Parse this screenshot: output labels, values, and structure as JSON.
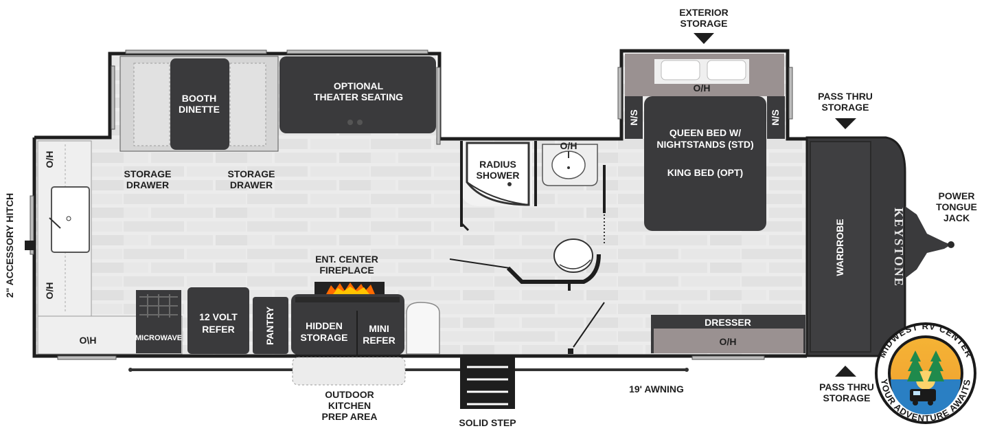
{
  "labels": {
    "exterior_storage": [
      "EXTERIOR",
      "STORAGE"
    ],
    "pass_thru_top": [
      "PASS THRU",
      "STORAGE"
    ],
    "pass_thru_bottom": [
      "PASS THRU",
      "STORAGE"
    ],
    "power_tongue_jack": [
      "POWER",
      "TONGUE",
      "JACK"
    ],
    "accessory_hitch": "2\" ACCESSORY HITCH",
    "booth_dinette": [
      "BOOTH",
      "DINETTE"
    ],
    "optional_theater_seating": [
      "OPTIONAL",
      "THEATER SEATING"
    ],
    "storage_drawer_left": [
      "STORAGE",
      "DRAWER"
    ],
    "storage_drawer_right": [
      "STORAGE",
      "DRAWER"
    ],
    "radius_shower": [
      "RADIUS",
      "SHOWER"
    ],
    "bath_oh": "O/H",
    "bedroom_oh": "O/H",
    "ns_left": "N/S",
    "ns_right": "N/S",
    "queen_bed": [
      "QUEEN BED W/",
      "NIGHTSTANDS (STD)"
    ],
    "king_bed": "KING BED (OPT)",
    "wardrobe": "WARDROBE",
    "brand": "KEYSTONE",
    "dresser": "DRESSER",
    "dresser_oh": "O/H",
    "kitchen_oh_top": "O/H",
    "kitchen_oh_mid": "O/H",
    "kitchen_oh_bottom": "O\\H",
    "microwave": "MICROWAVE",
    "refer_12v": [
      "12 VOLT",
      "REFER"
    ],
    "pantry": "PANTRY",
    "hidden_storage": [
      "HIDDEN",
      "STORAGE"
    ],
    "mini_refer": [
      "MINI",
      "REFER"
    ],
    "ent_center": [
      "ENT. CENTER",
      "FIREPLACE"
    ],
    "outdoor_kitchen": [
      "OUTDOOR",
      "KITCHEN",
      "PREP AREA"
    ],
    "solid_step": "SOLID STEP",
    "awning": "19' AWNING",
    "dealer_logo": {
      "top_text": "MIDWEST RV CENTER",
      "bottom_text": "YOUR ADVENTURE AWAITS"
    }
  },
  "colors": {
    "wall": "#1e1e1e",
    "floor": "#e9e9e9",
    "furniture_dark": "#3a3a3c",
    "furniture_mid": "#9a9191",
    "furniture_light": "#d6d6d6",
    "counter": "#efefef",
    "fire": "#ff6a00",
    "logo_sky": "#f5b335",
    "logo_tree": "#1f8a4c",
    "logo_water": "#2a7fc3"
  }
}
